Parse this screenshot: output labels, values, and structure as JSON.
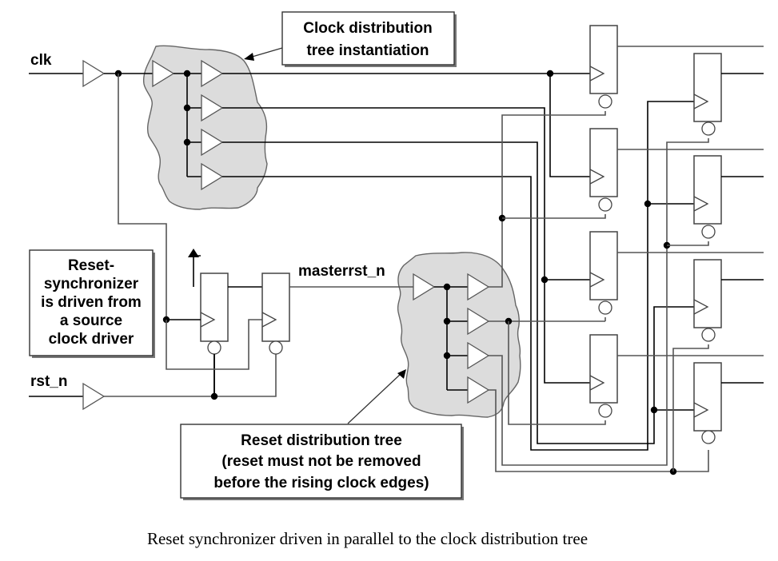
{
  "diagram": {
    "title": "Reset synchronizer driven in parallel to the clock distribution tree",
    "signals": {
      "clk": "clk",
      "rst_n": "rst_n",
      "masterrst_n": "masterrst_n"
    },
    "callouts": {
      "clock_tree": [
        "Clock distribution",
        "tree instantiation"
      ],
      "reset_sync": [
        "Reset-",
        "synchronizer",
        "is driven from",
        "a source",
        "clock driver"
      ],
      "reset_tree": [
        "Reset distribution tree",
        "(reset must not be removed",
        "before the rising clock edges)"
      ]
    },
    "components": {
      "clock_tree_buffers": 5,
      "reset_tree_buffers": 5,
      "synchronizer_flops": 2,
      "distributed_flops": 8
    },
    "colors": {
      "cloud_fill": "#dcdcdc",
      "wire": "#000000",
      "background": "#ffffff"
    }
  }
}
